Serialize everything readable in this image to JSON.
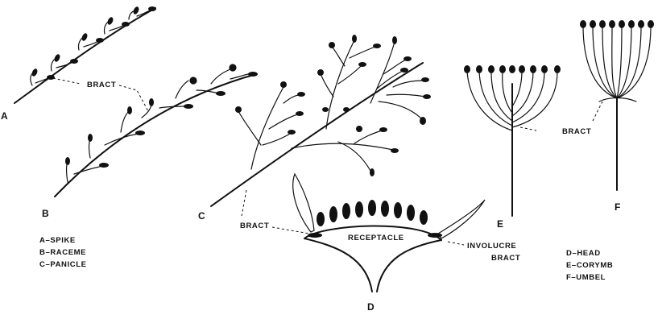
{
  "bract_spike_raceme": "BRACT",
  "bract_panicle_head": "BRACT",
  "bract_umbel": "BRACT",
  "receptacle": "RECEPTACLE",
  "involucre_line1": "INVOLUCRE",
  "involucre_line2": "BRACT",
  "letters": {
    "a": "A",
    "b": "B",
    "c": "C",
    "d": "D",
    "e": "E",
    "f": "F"
  },
  "legend_left": [
    "A–SPIKE",
    "B–RACEME",
    "C–PANICLE"
  ],
  "legend_right": [
    "D–HEAD",
    "E–CORYMB",
    "F–UMBEL"
  ]
}
